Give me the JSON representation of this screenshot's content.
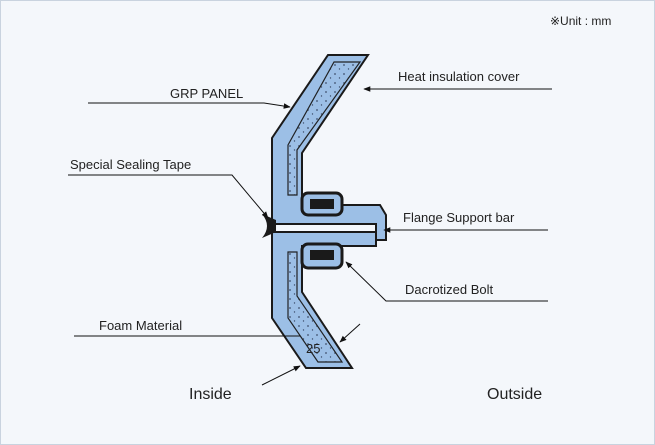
{
  "diagram": {
    "unit_note": "※Unit : mm",
    "labels": {
      "grp_panel": "GRP PANEL",
      "heat_insulation_cover": "Heat insulation cover",
      "special_sealing_tape": "Special Sealing Tape",
      "flange_support_bar": "Flange Support bar",
      "dacrotized_bolt": "Dacrotized Bolt",
      "foam_material": "Foam Material",
      "thickness_value": "25",
      "inside": "Inside",
      "outside": "Outside"
    },
    "colors": {
      "panel_fill": "#9cbfe6",
      "insulation_fill": "#a9c9ec",
      "outline": "#1a1a1a",
      "background": "#f4f7fb"
    }
  }
}
